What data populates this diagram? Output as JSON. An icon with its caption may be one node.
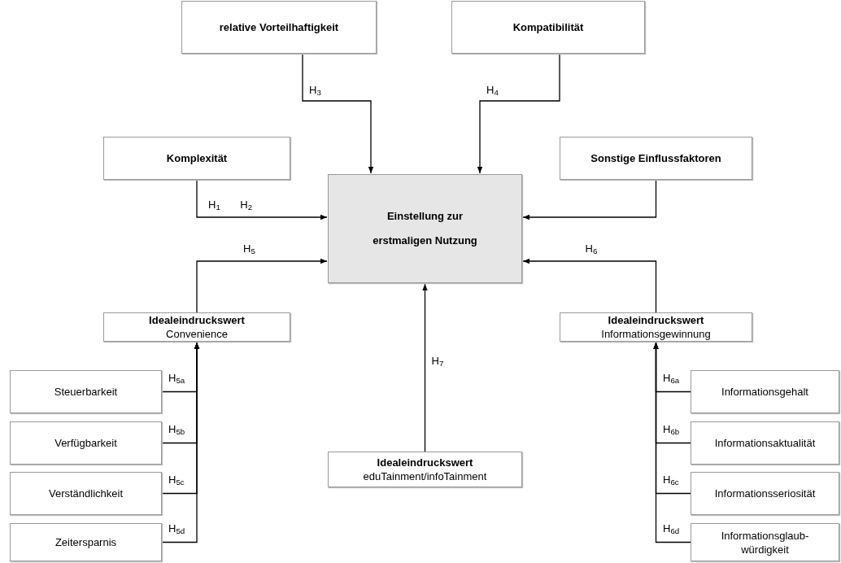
{
  "diagram": {
    "nodes": [
      {
        "text": [
          "relative Vorteilhaftigkeit"
        ]
      },
      {
        "text": [
          "Kompatibilität"
        ]
      },
      {
        "text": [
          "Komplexität"
        ]
      },
      {
        "text": [
          "Sonstige Einflussfaktoren"
        ]
      },
      {
        "text": [
          "Einstellung zur erstmaligen Nutzung"
        ]
      },
      {
        "text": [
          "Idealeindruckswert",
          "Convenience"
        ]
      },
      {
        "text": [
          "Idealeindruckswert",
          "Informationsgewinnung"
        ]
      },
      {
        "text": [
          "Idealeindruckswert",
          "eduTainment/infoTainment"
        ]
      },
      {
        "text": [
          "Steuerbarkeit"
        ]
      },
      {
        "text": [
          "Verfügbarkeit"
        ]
      },
      {
        "text": [
          "Verständlichkeit"
        ]
      },
      {
        "text": [
          "Zeitersparnis"
        ]
      },
      {
        "text": [
          "Informationsgehalt"
        ]
      },
      {
        "text": [
          "Informationsaktualität"
        ]
      },
      {
        "text": [
          "Informationsseriosität"
        ]
      },
      {
        "text": [
          "Informationsglaub- würdigkeit"
        ]
      }
    ],
    "edges": [
      {
        "from": 0,
        "to": 4,
        "arrow": "to",
        "label": "H$_{3}$"
      },
      {
        "from": 1,
        "to": 4,
        "arrow": "to",
        "label": "H$_{4}$"
      },
      {
        "from": 2,
        "to": 4,
        "arrow": "to",
        "label": "H$_{1}$ H$_{2}$"
      },
      {
        "from": 3,
        "to": 4,
        "arrow": "to"
      },
      {
        "from": 5,
        "to": 4,
        "arrow": "to",
        "label": "H$_{5}$"
      },
      {
        "from": 6,
        "to": 4,
        "arrow": "to",
        "label": "H$_{6}$"
      },
      {
        "from": 7,
        "to": 4,
        "arrow": "to",
        "label": "H$_{7}$"
      },
      {
        "from": 8,
        "to": 5,
        "arrow": "to",
        "label": "H$_{5a}$"
      },
      {
        "from": 9,
        "to": 5,
        "arrow": "to",
        "label": "H$_{5b}$"
      },
      {
        "from": 10,
        "to": 5,
        "arrow": "to",
        "label": "H$_{5c}$"
      },
      {
        "from": 11,
        "to": 5,
        "arrow": "to",
        "label": "H$_{5d}$"
      },
      {
        "from": 12,
        "to": 6,
        "arrow": "to",
        "label": "H$_{6a}$"
      },
      {
        "from": 13,
        "to": 6,
        "arrow": "to",
        "label": "H$_{6b}$"
      },
      {
        "from": 14,
        "to": 6,
        "arrow": "to",
        "label": "H$_{6c}$"
      },
      {
        "from": 15,
        "to": 6,
        "arrow": "to",
        "label": "H$_{6d}$"
      }
    ]
  }
}
